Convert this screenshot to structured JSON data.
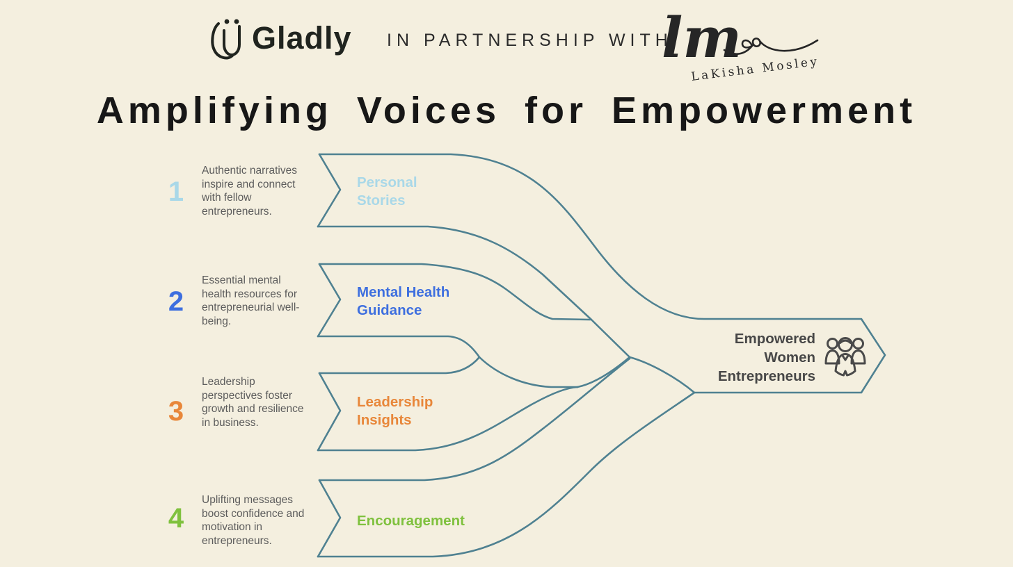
{
  "header": {
    "brand": "Gladly",
    "partnership_text": "IN PARTNERSHIP WITH",
    "partner_monogram": "lm",
    "partner_name": "LaKisha Mosley"
  },
  "title": "Amplifying Voices for Empowerment",
  "steps": [
    {
      "number": "1",
      "description": "Authentic narratives inspire and connect with fellow entrepreneurs.",
      "label": "Personal Stories",
      "color": "#a9d8e8"
    },
    {
      "number": "2",
      "description": "Essential mental health resources for entrepreneurial well-being.",
      "label": "Mental Health Guidance",
      "color": "#3e6fdf"
    },
    {
      "number": "3",
      "description": "Leadership perspectives foster growth and resilience in business.",
      "label": "Leadership Insights",
      "color": "#e8873a"
    },
    {
      "number": "4",
      "description": "Uplifting messages boost confidence and motivation in entrepreneurs.",
      "label": "Encouragement",
      "color": "#7fc13e"
    }
  ],
  "outcome": {
    "label": "Empowered Women Entrepreneurs",
    "icon": "women-group-icon"
  },
  "colors": {
    "background": "#f4efdf",
    "band_outline": "#4f8191",
    "title_text": "#171717",
    "description_text": "#5c5c5c",
    "outcome_text": "#474747",
    "icon_stroke": "#4a4a4a"
  }
}
